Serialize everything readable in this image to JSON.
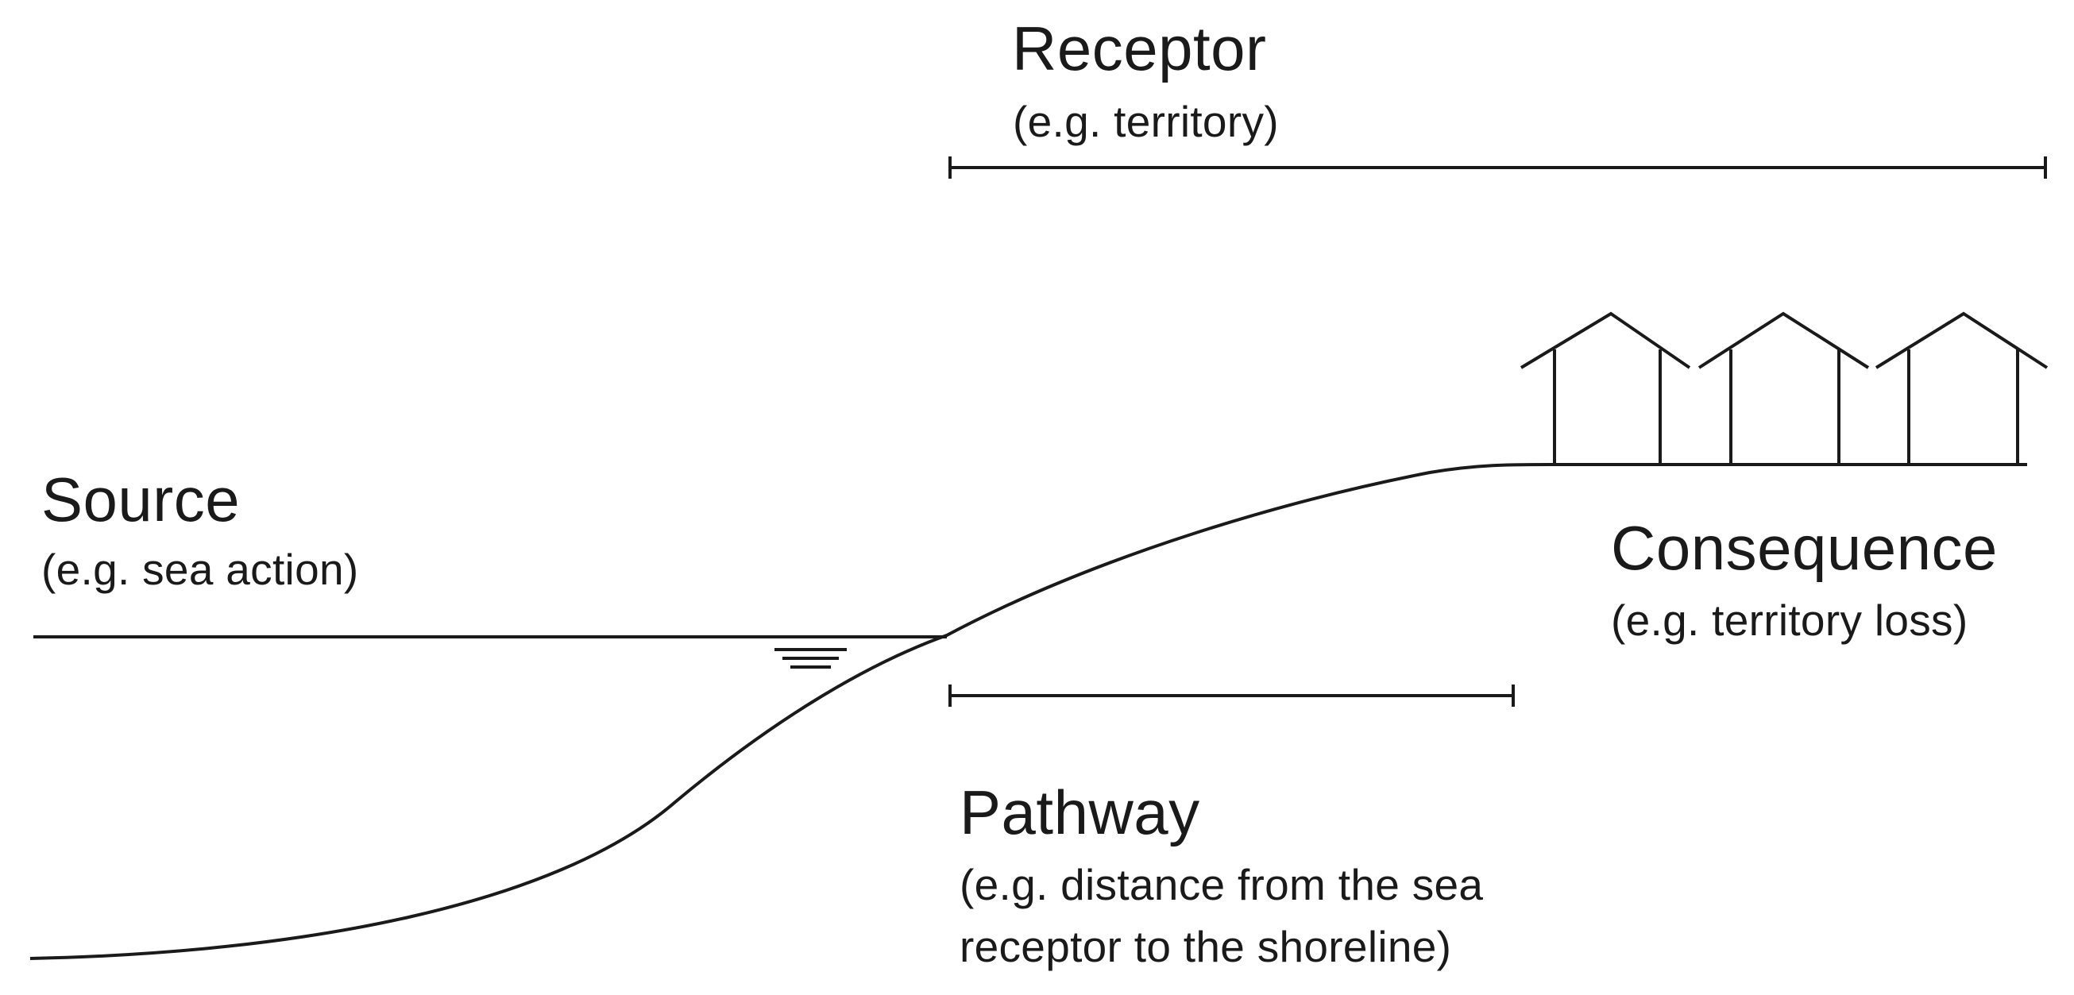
{
  "receptor": {
    "title": "Receptor",
    "example": "(e.g. territory)"
  },
  "source": {
    "title": "Source",
    "example": "(e.g. sea action)"
  },
  "consequence": {
    "title": "Consequence",
    "example": "(e.g. territory loss)"
  },
  "pathway": {
    "title": "Pathway",
    "example_line1": "(e.g. distance from the sea",
    "example_line2": "receptor to the shoreline)"
  },
  "colors": {
    "ink": "#1a1a1a",
    "background": "#ffffff"
  },
  "icons": [
    "water-level-symbol-icon",
    "house-icon"
  ]
}
